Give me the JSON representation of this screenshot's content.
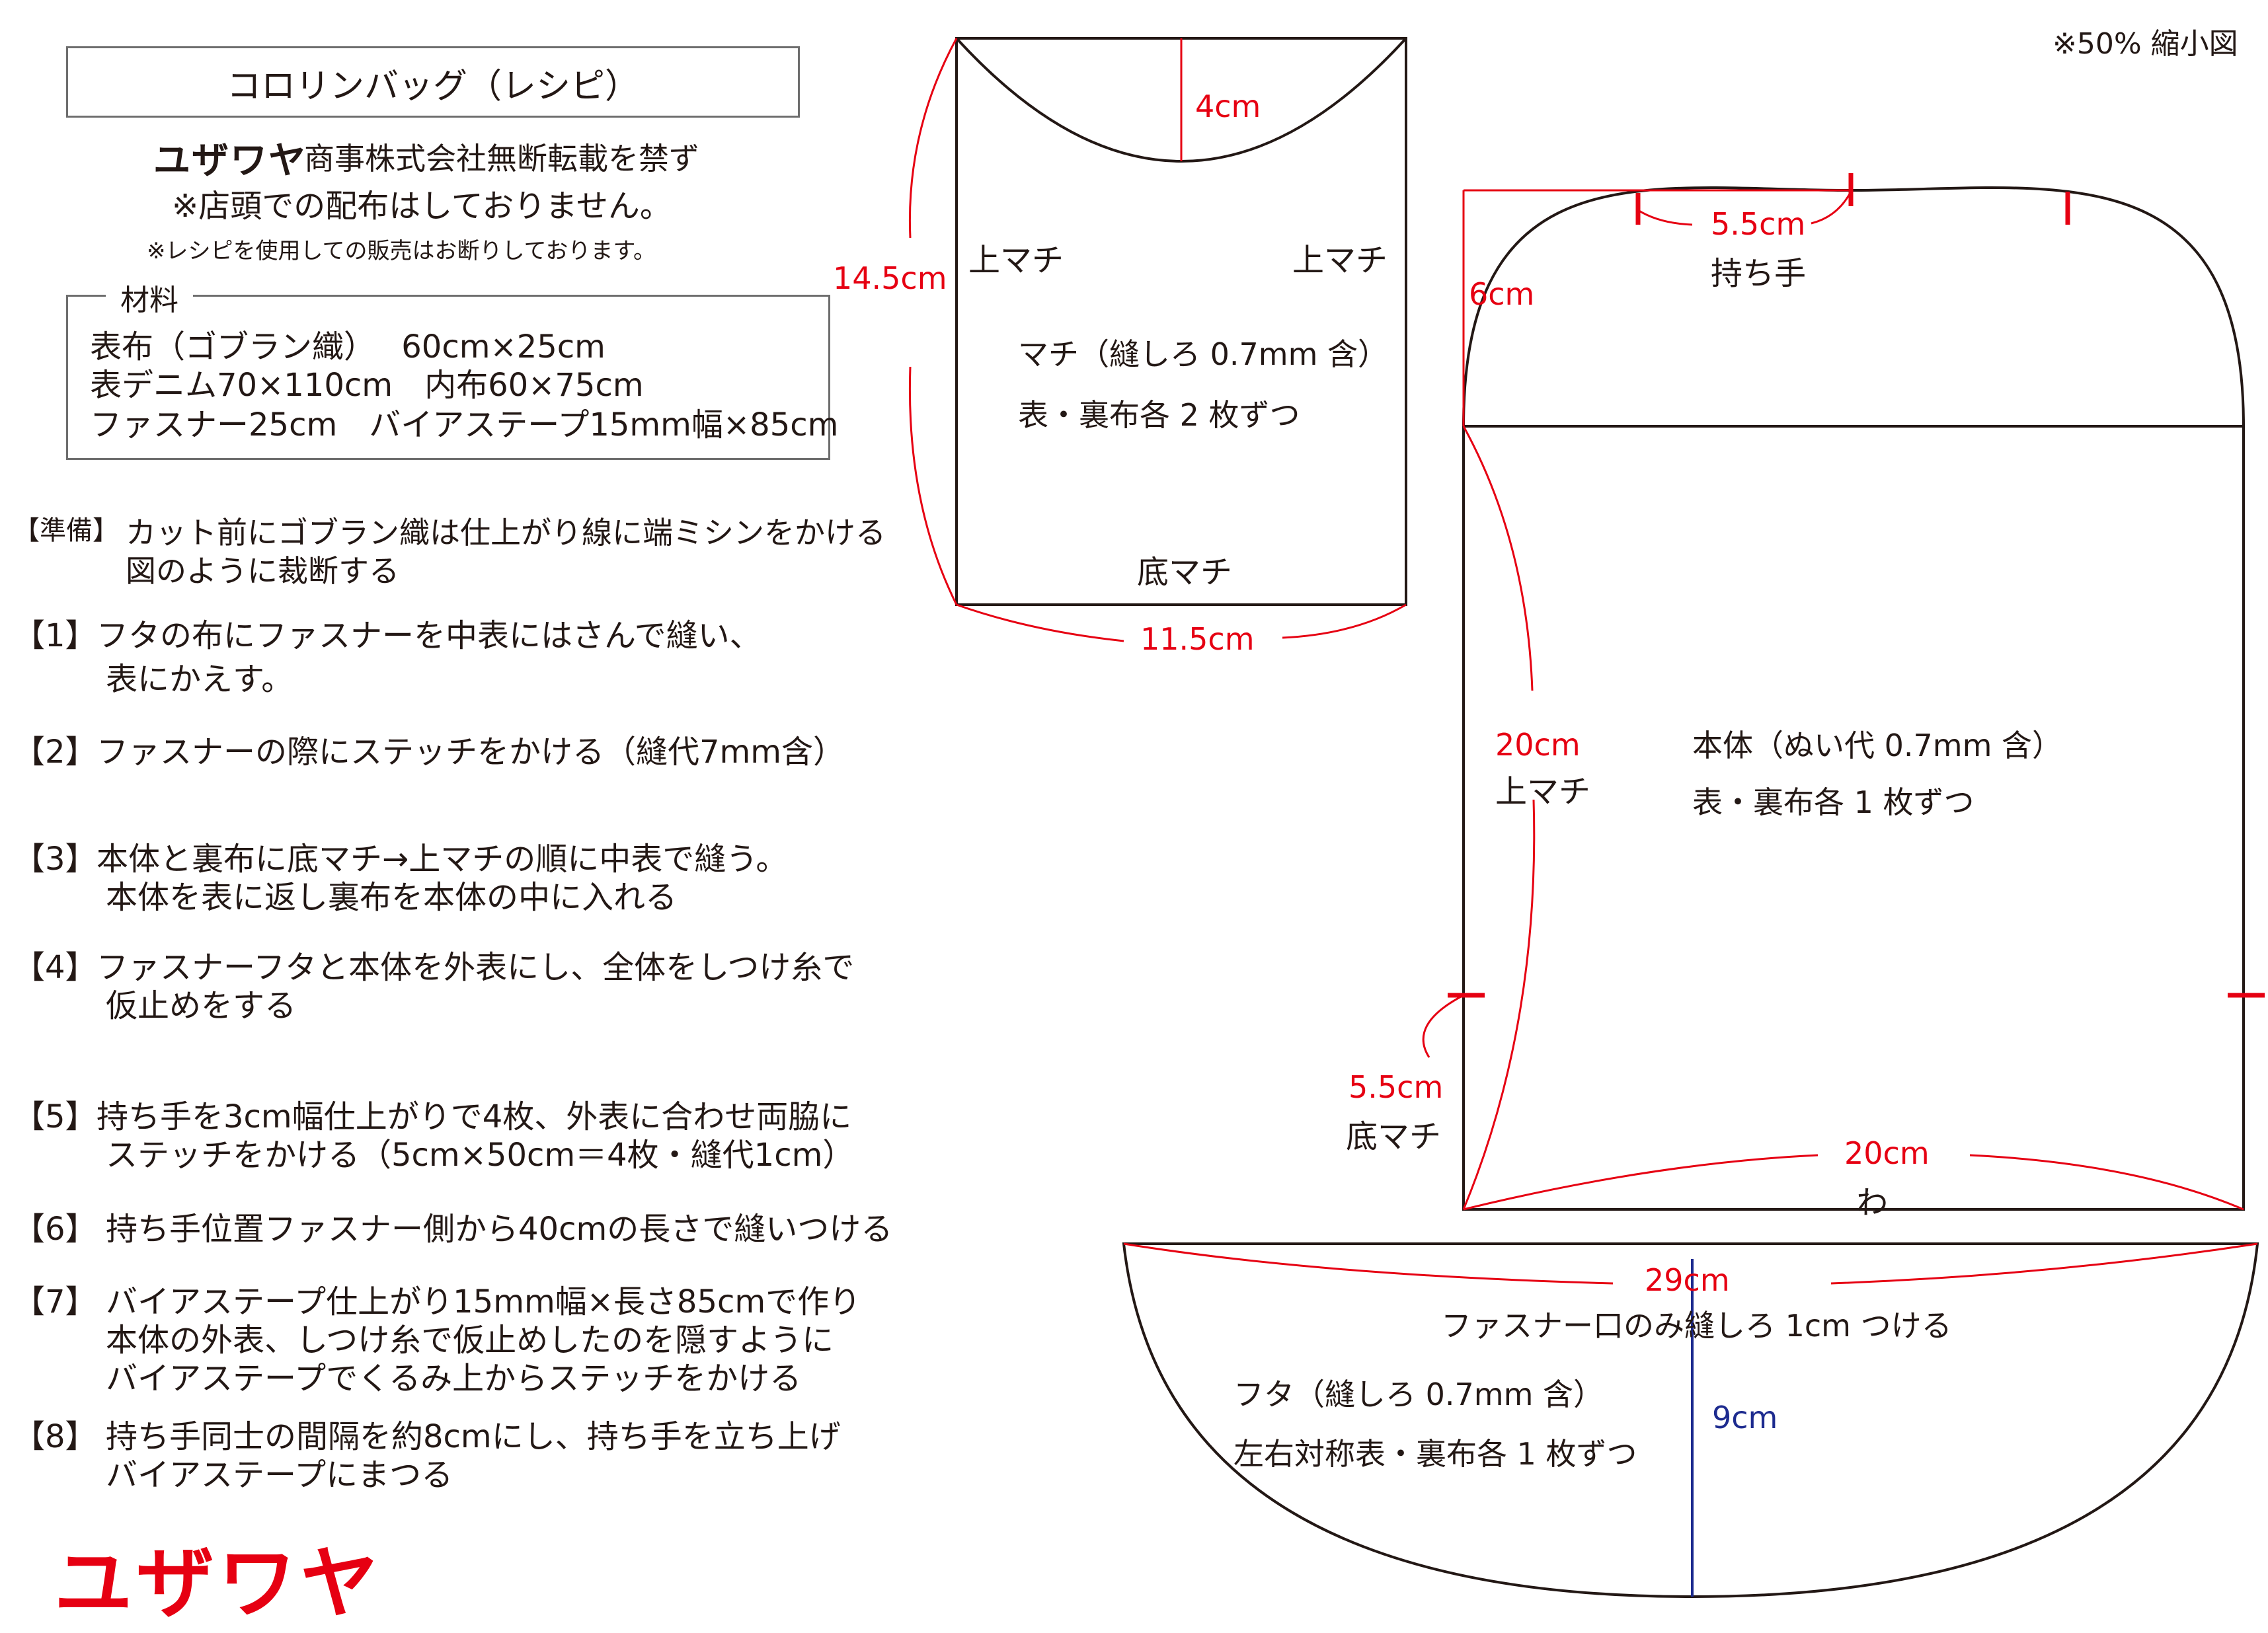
{
  "scale_note": "※50% 縮小図",
  "title": "コロリンバッグ（レシピ）",
  "brand": "ユザワヤ",
  "copyright": "商事株式会社無断転載を禁ず",
  "no_distribution": "※店頭での配布はしておりません。",
  "no_sale": "※レシピを使用しての販売はお断りしております。",
  "materials": {
    "label": "材料",
    "items": [
      "表布（ゴブラン織）　 60cm×25cm",
      "表デニム70×110cm　内布60×75cm",
      "ファスナー25cm　バイアステープ15mm幅×85cm"
    ]
  },
  "steps": [
    {
      "tag": "【準備】",
      "lines": [
        "カット前にゴブラン織は仕上がり線に端ミシンをかける",
        "図のように裁断する"
      ]
    },
    {
      "tag": "【1】",
      "lines": [
        "フタの布にファスナーを中表にはさんで縫い、",
        "表にかえす。"
      ]
    },
    {
      "tag": "【2】",
      "lines": [
        "ファスナーの際にステッチをかける（縫代7mm含）"
      ]
    },
    {
      "tag": "【3】",
      "lines": [
        "本体と裏布に底マチ→上マチの順に中表で縫う。",
        "本体を表に返し裏布を本体の中に入れる"
      ]
    },
    {
      "tag": "【4】",
      "lines": [
        "ファスナーフタと本体を外表にし、全体をしつけ糸で",
        "仮止めをする"
      ]
    },
    {
      "tag": "【5】",
      "lines": [
        "持ち手を3cm幅仕上がりで4枚、外表に合わせ両脇に",
        "ステッチをかける（5cm×50cm＝4枚・縫代1cm）"
      ]
    },
    {
      "tag": "【6】",
      "lines": [
        "持ち手位置ファスナー側から40cmの長さで縫いつける"
      ]
    },
    {
      "tag": "【7】",
      "lines": [
        "バイアステープ仕上がり15mm幅×長さ85cmで作り",
        "本体の外表、しつけ糸で仮止めしたのを隠すように",
        "バイアステープでくるみ上からステッチをかける"
      ]
    },
    {
      "tag": "【8】",
      "lines": [
        "持ち手同士の間隔を約8cmにし、持ち手を立ち上げ",
        "バイアステープにまつる"
      ]
    }
  ],
  "machi": {
    "depth": "4cm",
    "height": "14.5cm",
    "width": "11.5cm",
    "upper_left": "上マチ",
    "upper_right": "上マチ",
    "caption1": "マチ（縫しろ 0.7mm 含）",
    "caption2": "表・裏布各 2 枚ずつ",
    "bottom": "底マチ"
  },
  "body": {
    "handle_width": "5.5cm",
    "handle_label": "持ち手",
    "top_height": "6cm",
    "side_length": "20cm",
    "side_label": "上マチ",
    "caption1": "本体（ぬい代 0.7mm 含）",
    "caption2": "表・裏布各 1 枚ずつ",
    "corner_length": "5.5cm",
    "corner_label": "底マチ",
    "bottom_width": "20cm",
    "fold_label": "わ"
  },
  "flap": {
    "width": "29cm",
    "note": "ファスナー口のみ縫しろ 1cm つける",
    "caption1": "フタ（縫しろ 0.7mm 含）",
    "caption2": "左右対称表・裏布各 1 枚ずつ",
    "depth": "9cm"
  },
  "colors": {
    "dimension": "#e60012",
    "center_line": "#1d2b8f",
    "outline": "#231815"
  }
}
